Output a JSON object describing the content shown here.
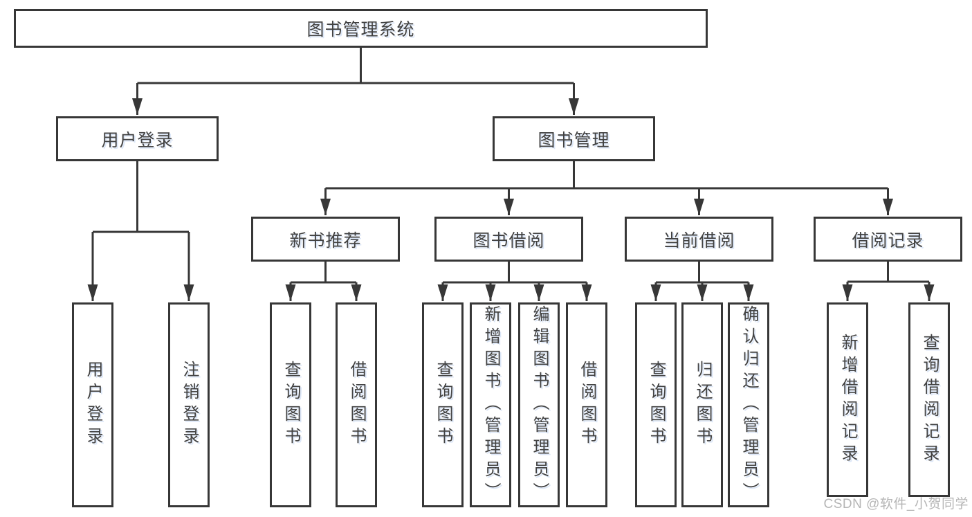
{
  "diagram": {
    "type": "tree",
    "title": "图书管理系统",
    "watermark": "CSDN @软件_小贺同学",
    "colors": {
      "line": "#373737",
      "text": "#424242",
      "watermark": "#b5b5b5",
      "background": "#ffffff"
    },
    "nodes": {
      "root": {
        "label": "图书管理系统"
      },
      "user_login": {
        "label": "用户登录"
      },
      "book_mgmt": {
        "label": "图书管理"
      },
      "new_book_rec": {
        "label": "新书推荐"
      },
      "book_borrow": {
        "label": "图书借阅"
      },
      "current_borrow": {
        "label": "当前借阅"
      },
      "borrow_records": {
        "label": "借阅记录"
      },
      "leaf_user_login": {
        "label": "用户登录"
      },
      "leaf_logout": {
        "label": "注销登录"
      },
      "nb_query": {
        "label": "查询图书"
      },
      "nb_borrow": {
        "label": "借阅图书"
      },
      "bb_query": {
        "label": "查询图书"
      },
      "bb_add": {
        "label": "新增图书（管理员）"
      },
      "bb_edit": {
        "label": "编辑图书（管理员）"
      },
      "bb_borrow": {
        "label": "借阅图书"
      },
      "cb_query": {
        "label": "查询图书"
      },
      "cb_return": {
        "label": "归还图书"
      },
      "cb_confirm": {
        "label": "确认归还（管理员）"
      },
      "br_add": {
        "label": "新增借阅记录"
      },
      "br_query": {
        "label": "查询借阅记录"
      }
    },
    "hierarchy": {
      "图书管理系统": {
        "用户登录": [
          "用户登录",
          "注销登录"
        ],
        "图书管理": {
          "新书推荐": [
            "查询图书",
            "借阅图书"
          ],
          "图书借阅": [
            "查询图书",
            "新增图书（管理员）",
            "编辑图书（管理员）",
            "借阅图书"
          ],
          "当前借阅": [
            "查询图书",
            "归还图书",
            "确认归还（管理员）"
          ],
          "借阅记录": [
            "新增借阅记录",
            "查询借阅记录"
          ]
        }
      }
    }
  }
}
